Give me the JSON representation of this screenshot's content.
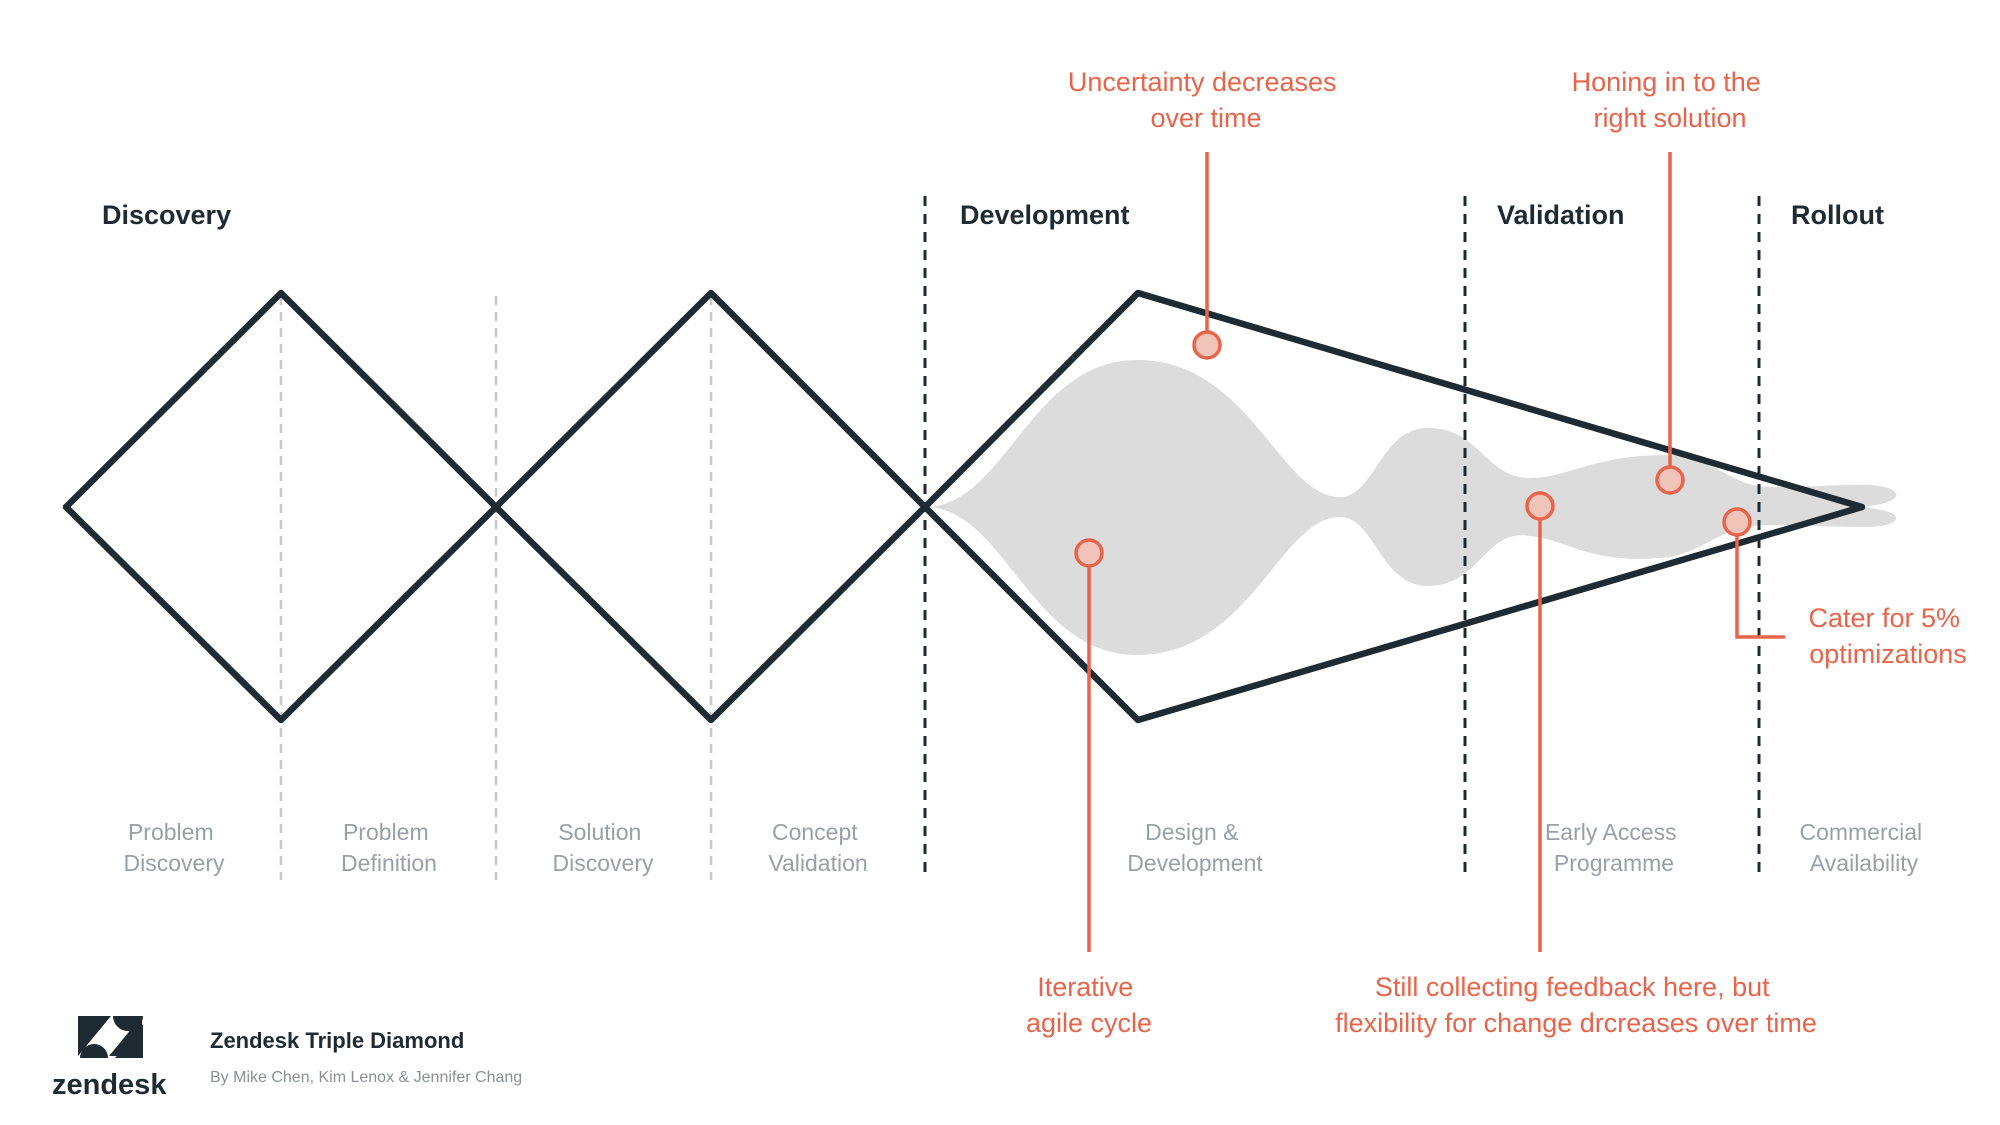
{
  "phases": {
    "discovery": "Discovery",
    "development": "Development",
    "validation": "Validation",
    "rollout": "Rollout"
  },
  "stages": {
    "problem_discovery": [
      "Problem",
      "Discovery"
    ],
    "problem_definition": [
      "Problem",
      "Definition"
    ],
    "solution_discovery": [
      "Solution",
      "Discovery"
    ],
    "concept_validation": [
      "Concept",
      "Validation"
    ],
    "design_development": [
      "Design &",
      "Development"
    ],
    "early_access": [
      "Early Access",
      "Programme"
    ],
    "commercial_availability": [
      "Commercial",
      "Availability"
    ]
  },
  "callouts": {
    "uncertainty": [
      "Uncertainty decreases",
      "over time"
    ],
    "honing": [
      "Honing in to the",
      "right solution"
    ],
    "cater": [
      "Cater for 5%",
      "optimizations"
    ],
    "iterative": [
      "Iterative",
      "agile cycle"
    ],
    "feedback": [
      "Still collecting feedback here, but",
      "flexibility for change drcreases over time"
    ]
  },
  "footer": {
    "title": "Zendesk Triple Diamond",
    "credits": "By Mike Chen, Kim Lenox & Jennifer Chang",
    "wordmark": "zendesk"
  },
  "colors": {
    "outline": "#1f2b33",
    "accent": "#e8644a",
    "blob": "#dcdcdc",
    "stage_text": "#9aa0a6",
    "guide_line": "#c8c8c8"
  },
  "icons": {
    "logo": "zendesk-logo-icon"
  }
}
